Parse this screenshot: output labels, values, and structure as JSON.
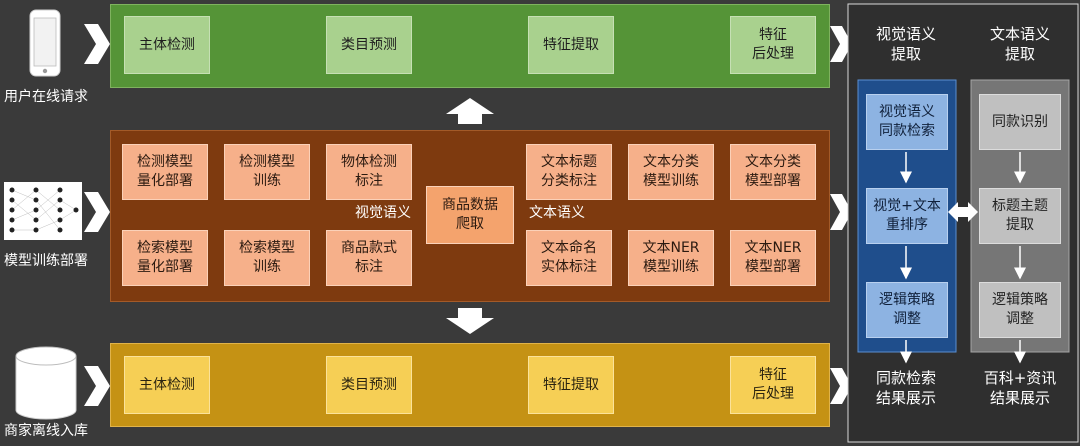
{
  "left": {
    "online_label": "用户在线请求",
    "train_label": "模型训练部署",
    "offline_label": "商家离线入库"
  },
  "online": [
    "主体检测",
    "类目预测",
    "特征提取",
    "特征\n后处理"
  ],
  "offline": [
    "主体检测",
    "类目预测",
    "特征提取",
    "特征\n后处理"
  ],
  "training": {
    "center": "商品数据\n爬取",
    "visual_label": "视觉语义",
    "text_label": "文本语义",
    "visual_top": [
      "物体检测\n标注",
      "检测模型\n训练",
      "检测模型\n量化部署"
    ],
    "visual_bottom": [
      "商品款式\n标注",
      "检索模型\n训练",
      "检索模型\n量化部署"
    ],
    "text_top": [
      "文本标题\n分类标注",
      "文本分类\n模型训练",
      "文本分类\n模型部署"
    ],
    "text_bottom": [
      "文本命名\n实体标注",
      "文本NER\n模型训练",
      "文本NER\n模型部署"
    ]
  },
  "right": {
    "visual_title": "视觉语义\n提取",
    "text_title": "文本语义\n提取",
    "visual_steps": [
      "视觉语义\n同款检索",
      "视觉+文本\n重排序",
      "逻辑策略\n调整"
    ],
    "text_steps": [
      "同款识别",
      "标题主题\n提取",
      "逻辑策略\n调整"
    ],
    "visual_result": "同款检索\n结果展示",
    "text_result": "百科+资讯\n结果展示"
  }
}
